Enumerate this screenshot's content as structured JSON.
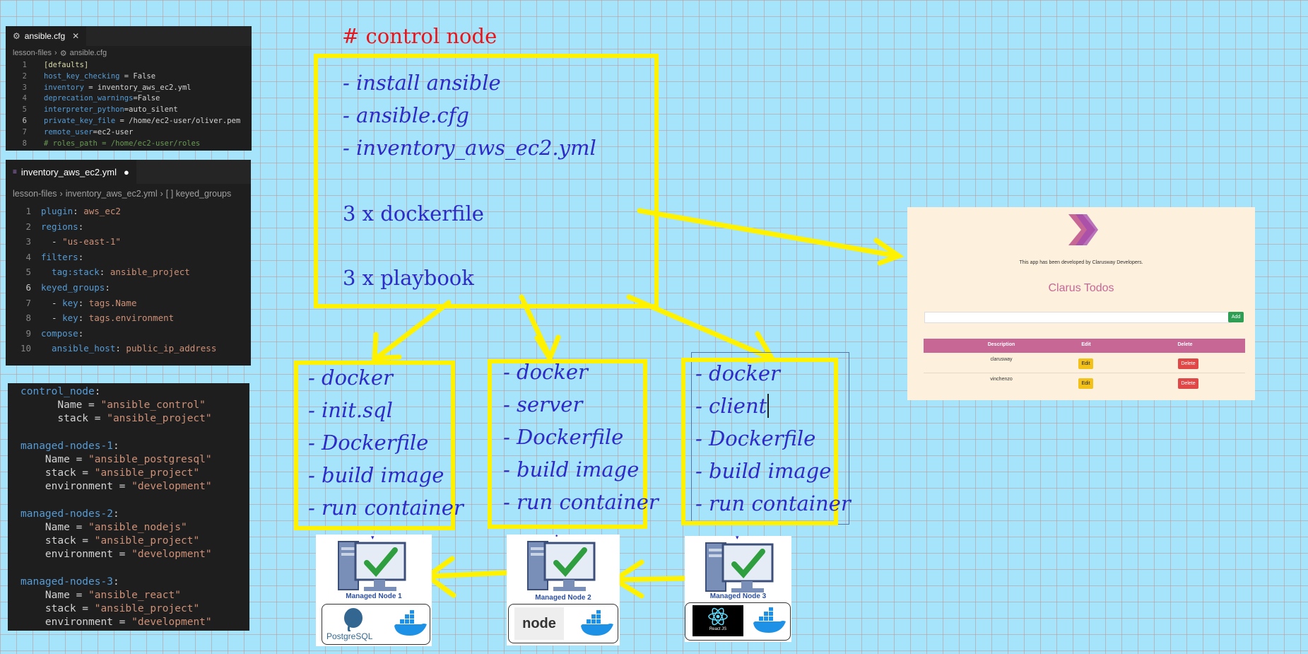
{
  "editor1": {
    "tab_label": "ansible.cfg",
    "breadcrumb": [
      "lesson-files",
      "ansible.cfg"
    ],
    "lines": [
      {
        "n": "1",
        "parts": [
          {
            "t": "[defaults]",
            "c": "y"
          }
        ]
      },
      {
        "n": "2",
        "parts": [
          {
            "t": "host_key_checking",
            "c": "k"
          },
          {
            "t": " = False",
            "c": "p"
          }
        ]
      },
      {
        "n": "3",
        "parts": [
          {
            "t": "inventory",
            "c": "k"
          },
          {
            "t": " = inventory_aws_ec2.yml",
            "c": "p"
          }
        ]
      },
      {
        "n": "4",
        "parts": [
          {
            "t": "deprecation_warnings",
            "c": "k"
          },
          {
            "t": "=False",
            "c": "p"
          }
        ]
      },
      {
        "n": "5",
        "parts": [
          {
            "t": "interpreter_python",
            "c": "k"
          },
          {
            "t": "=auto_silent",
            "c": "p"
          }
        ]
      },
      {
        "n": "6",
        "parts": [
          {
            "t": "private_key_file",
            "c": "k"
          },
          {
            "t": " = /home/ec2-user/oliver.pem",
            "c": "p"
          }
        ]
      },
      {
        "n": "7",
        "parts": [
          {
            "t": "remote_user",
            "c": "k"
          },
          {
            "t": "=ec2-user",
            "c": "p"
          }
        ]
      },
      {
        "n": "8",
        "parts": [
          {
            "t": "# roles_path = /home/ec2-user/roles",
            "c": "c"
          }
        ]
      }
    ]
  },
  "editor2": {
    "tab_label": "inventory_aws_ec2.yml",
    "breadcrumb": [
      "lesson-files",
      "inventory_aws_ec2.yml",
      "[ ] keyed_groups"
    ],
    "lines": [
      {
        "n": "1",
        "parts": [
          {
            "t": "plugin",
            "c": "k"
          },
          {
            "t": ": ",
            "c": "p"
          },
          {
            "t": "aws_ec2",
            "c": "v"
          }
        ]
      },
      {
        "n": "2",
        "parts": [
          {
            "t": "regions",
            "c": "k"
          },
          {
            "t": ":",
            "c": "p"
          }
        ]
      },
      {
        "n": "3",
        "parts": [
          {
            "t": "  - ",
            "c": "p"
          },
          {
            "t": "\"us-east-1\"",
            "c": "v"
          }
        ]
      },
      {
        "n": "4",
        "parts": [
          {
            "t": "filters",
            "c": "k"
          },
          {
            "t": ":",
            "c": "p"
          }
        ]
      },
      {
        "n": "5",
        "parts": [
          {
            "t": "  tag:stack",
            "c": "k"
          },
          {
            "t": ": ",
            "c": "p"
          },
          {
            "t": "ansible_project",
            "c": "v"
          }
        ]
      },
      {
        "n": "6",
        "parts": [
          {
            "t": "keyed_groups",
            "c": "k"
          },
          {
            "t": ":",
            "c": "p"
          }
        ]
      },
      {
        "n": "7",
        "parts": [
          {
            "t": "  - ",
            "c": "p"
          },
          {
            "t": "key",
            "c": "k"
          },
          {
            "t": ": ",
            "c": "p"
          },
          {
            "t": "tags.Name",
            "c": "v"
          }
        ]
      },
      {
        "n": "8",
        "parts": [
          {
            "t": "  - ",
            "c": "p"
          },
          {
            "t": "key",
            "c": "k"
          },
          {
            "t": ": ",
            "c": "p"
          },
          {
            "t": "tags.environment",
            "c": "v"
          }
        ]
      },
      {
        "n": "9",
        "parts": [
          {
            "t": "compose",
            "c": "k"
          },
          {
            "t": ":",
            "c": "p"
          }
        ]
      },
      {
        "n": "10",
        "parts": [
          {
            "t": "  ansible_host",
            "c": "k"
          },
          {
            "t": ": ",
            "c": "p"
          },
          {
            "t": "public_ip_address",
            "c": "v"
          }
        ]
      }
    ]
  },
  "terraform_tags": {
    "lines": [
      {
        "parts": [
          {
            "t": "control_node",
            "c": "k"
          },
          {
            "t": ":",
            "c": "p"
          }
        ]
      },
      {
        "parts": [
          {
            "t": "      Name = ",
            "c": "p"
          },
          {
            "t": "\"ansible_control\"",
            "c": "v"
          }
        ]
      },
      {
        "parts": [
          {
            "t": "      stack = ",
            "c": "p"
          },
          {
            "t": "\"ansible_project\"",
            "c": "v"
          }
        ]
      },
      {
        "parts": [
          {
            "t": "",
            "c": "p"
          }
        ]
      },
      {
        "parts": [
          {
            "t": "managed-nodes-1",
            "c": "k"
          },
          {
            "t": ":",
            "c": "p"
          }
        ]
      },
      {
        "parts": [
          {
            "t": "    Name = ",
            "c": "p"
          },
          {
            "t": "\"ansible_postgresql\"",
            "c": "v"
          }
        ]
      },
      {
        "parts": [
          {
            "t": "    stack = ",
            "c": "p"
          },
          {
            "t": "\"ansible_project\"",
            "c": "v"
          }
        ]
      },
      {
        "parts": [
          {
            "t": "    environment = ",
            "c": "p"
          },
          {
            "t": "\"development\"",
            "c": "v"
          }
        ]
      },
      {
        "parts": [
          {
            "t": "",
            "c": "p"
          }
        ]
      },
      {
        "parts": [
          {
            "t": "managed-nodes-2",
            "c": "k"
          },
          {
            "t": ":",
            "c": "p"
          }
        ]
      },
      {
        "parts": [
          {
            "t": "    Name = ",
            "c": "p"
          },
          {
            "t": "\"ansible_nodejs\"",
            "c": "v"
          }
        ]
      },
      {
        "parts": [
          {
            "t": "    stack = ",
            "c": "p"
          },
          {
            "t": "\"ansible_project\"",
            "c": "v"
          }
        ]
      },
      {
        "parts": [
          {
            "t": "    environment = ",
            "c": "p"
          },
          {
            "t": "\"development\"",
            "c": "v"
          }
        ]
      },
      {
        "parts": [
          {
            "t": "",
            "c": "p"
          }
        ]
      },
      {
        "parts": [
          {
            "t": "managed-nodes-3",
            "c": "k"
          },
          {
            "t": ":",
            "c": "p"
          }
        ]
      },
      {
        "parts": [
          {
            "t": "    Name = ",
            "c": "p"
          },
          {
            "t": "\"ansible_react\"",
            "c": "v"
          }
        ]
      },
      {
        "parts": [
          {
            "t": "    stack = ",
            "c": "p"
          },
          {
            "t": "\"ansible_project\"",
            "c": "v"
          }
        ]
      },
      {
        "parts": [
          {
            "t": "    environment = ",
            "c": "p"
          },
          {
            "t": "\"development\"",
            "c": "v"
          }
        ]
      }
    ]
  },
  "whiteboard": {
    "control_heading": "# control node",
    "control_items": [
      "- install ansible",
      "- ansible.cfg",
      "- inventory_aws_ec2.yml",
      "3 x dockerfile",
      "3 x playbook"
    ],
    "box1_items": [
      "- docker",
      "- init.sql",
      "- Dockerfile",
      "- build image",
      "- run container"
    ],
    "box2_items": [
      "- docker",
      "- server",
      "- Dockerfile",
      "- build image",
      "- run container"
    ],
    "box3_items": [
      "- docker",
      "- client",
      "- Dockerfile",
      "- build image",
      "- run container"
    ]
  },
  "nodes": [
    {
      "label": "Managed Node 1",
      "logo_text": "PostgreSQL"
    },
    {
      "label": "Managed Node 2",
      "logo_text": "node"
    },
    {
      "label": "Managed Node 3",
      "logo_text": "React JS"
    }
  ],
  "app": {
    "developed_by": "This app has been developed by Clarusway Developers.",
    "title": "Clarus Todos",
    "add_label": "Add",
    "columns": [
      "Description",
      "Edit",
      "Delete"
    ],
    "rows": [
      {
        "description": "clarusway",
        "edit": "Edit",
        "delete": "Delete"
      },
      {
        "description": "vinchenzo",
        "edit": "Edit",
        "delete": "Delete"
      }
    ]
  },
  "colors": {
    "background": "#a6e4fb",
    "highlight_yellow": "#fff200",
    "handwriting_blue": "#2c2ac8",
    "heading_red": "#e8151b",
    "app_accent": "#c76796"
  }
}
